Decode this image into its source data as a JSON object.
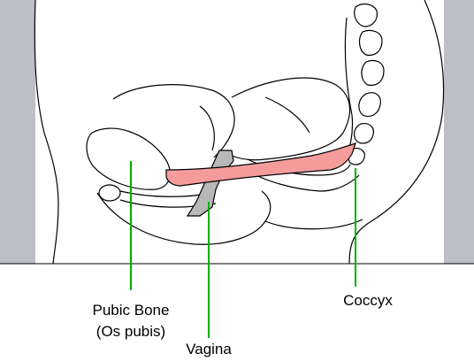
{
  "labels": {
    "pubic_line1": "Pubic Bone",
    "pubic_line2": "(Os pubis)",
    "vagina": "Vagina",
    "coccyx": "Coccyx"
  },
  "colors": {
    "background_panel": "#bcbec8",
    "muscle": "#f49c9c",
    "vagina_fill": "#b8b8b8",
    "leader_lines": "#00b000",
    "outline": "#000000"
  }
}
